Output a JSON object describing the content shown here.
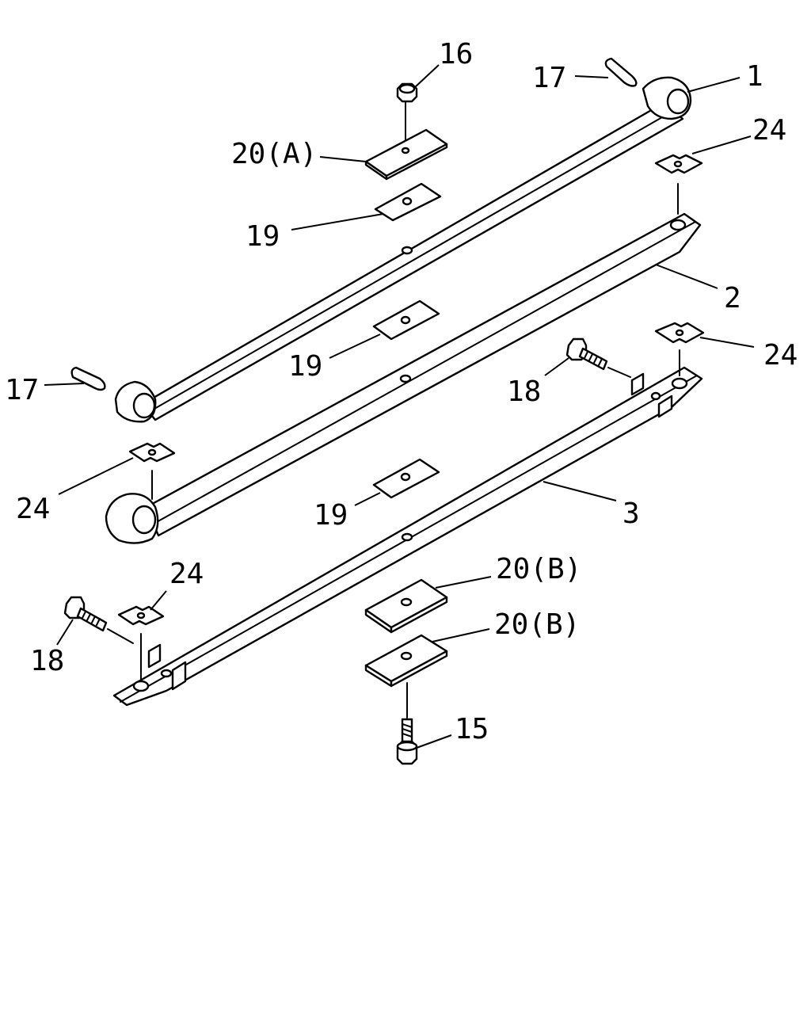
{
  "labels": {
    "part_1": "1",
    "part_2": "2",
    "part_3": "3",
    "part_15": "15",
    "part_16": "16",
    "part_17_top": "17",
    "part_17_left": "17",
    "part_18_right": "18",
    "part_18_left": "18",
    "part_19_top": "19",
    "part_19_mid": "19",
    "part_19_low": "19",
    "part_20a": "20(A)",
    "part_20b_upper": "20(B)",
    "part_20b_lower": "20(B)",
    "part_24_top_right": "24",
    "part_24_mid_right": "24",
    "part_24_left": "24",
    "part_24_bottom_left": "24"
  }
}
